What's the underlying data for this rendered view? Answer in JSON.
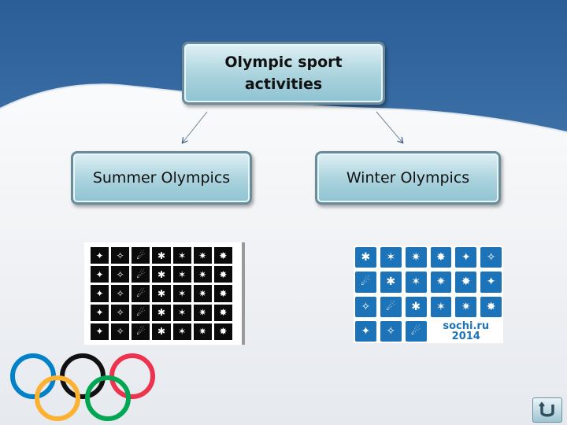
{
  "diagram": {
    "root": {
      "label": "Olympic sport activities"
    },
    "children": [
      {
        "label": "Summer Olympics"
      },
      {
        "label": "Winter Olympics"
      }
    ]
  },
  "summer_pictograms": {
    "count": 35,
    "icons": [
      "runner-icon",
      "swimmer-icon",
      "cyclist-icon",
      "gymnast-icon",
      "boxer-icon",
      "diver-icon",
      "handball-icon",
      "archery-icon",
      "rowing-icon",
      "volleyball-icon",
      "wrestling-icon",
      "fencing-icon",
      "canoe-icon",
      "tennis-icon",
      "weightlifting-icon",
      "sailing-icon",
      "equestrian-icon",
      "triathlon-icon",
      "judo-icon",
      "taekwondo-icon",
      "shooting-icon",
      "basketball-icon",
      "hockey-icon",
      "football-icon",
      "badminton-icon",
      "table-tennis-icon",
      "pentathlon-icon",
      "trampoline-icon",
      "mountain-bike-icon",
      "bmx-icon",
      "synchro-icon",
      "water-polo-icon",
      "softball-icon",
      "baseball-icon",
      "kayak-icon"
    ]
  },
  "winter_pictograms": {
    "icons": [
      "biathlon-icon",
      "bobsleigh-icon",
      "cross-country-icon",
      "curling-icon",
      "figure-skating-icon",
      "freestyle-icon",
      "ice-hockey-icon",
      "luge-icon",
      "nordic-combined-icon",
      "short-track-icon",
      "skeleton-icon",
      "ski-jumping-icon",
      "snowboard-icon",
      "speed-skating-icon",
      "alpine-skiing-icon",
      "aerials-icon",
      "moguls-icon",
      "slopestyle-icon",
      "halfpipe-icon",
      "ski-cross-icon",
      "parallel-icon"
    ],
    "logo_line1": "sochi.ru",
    "logo_line2": "2014"
  },
  "colors": {
    "header_blue": "#2c5f99",
    "node_fill": "#a9d2dd",
    "winter_blue": "#1d73b8",
    "ring_blue": "#0081c8",
    "ring_yellow": "#fcb131",
    "ring_black": "#000000",
    "ring_green": "#00a651",
    "ring_red": "#ee334e"
  }
}
